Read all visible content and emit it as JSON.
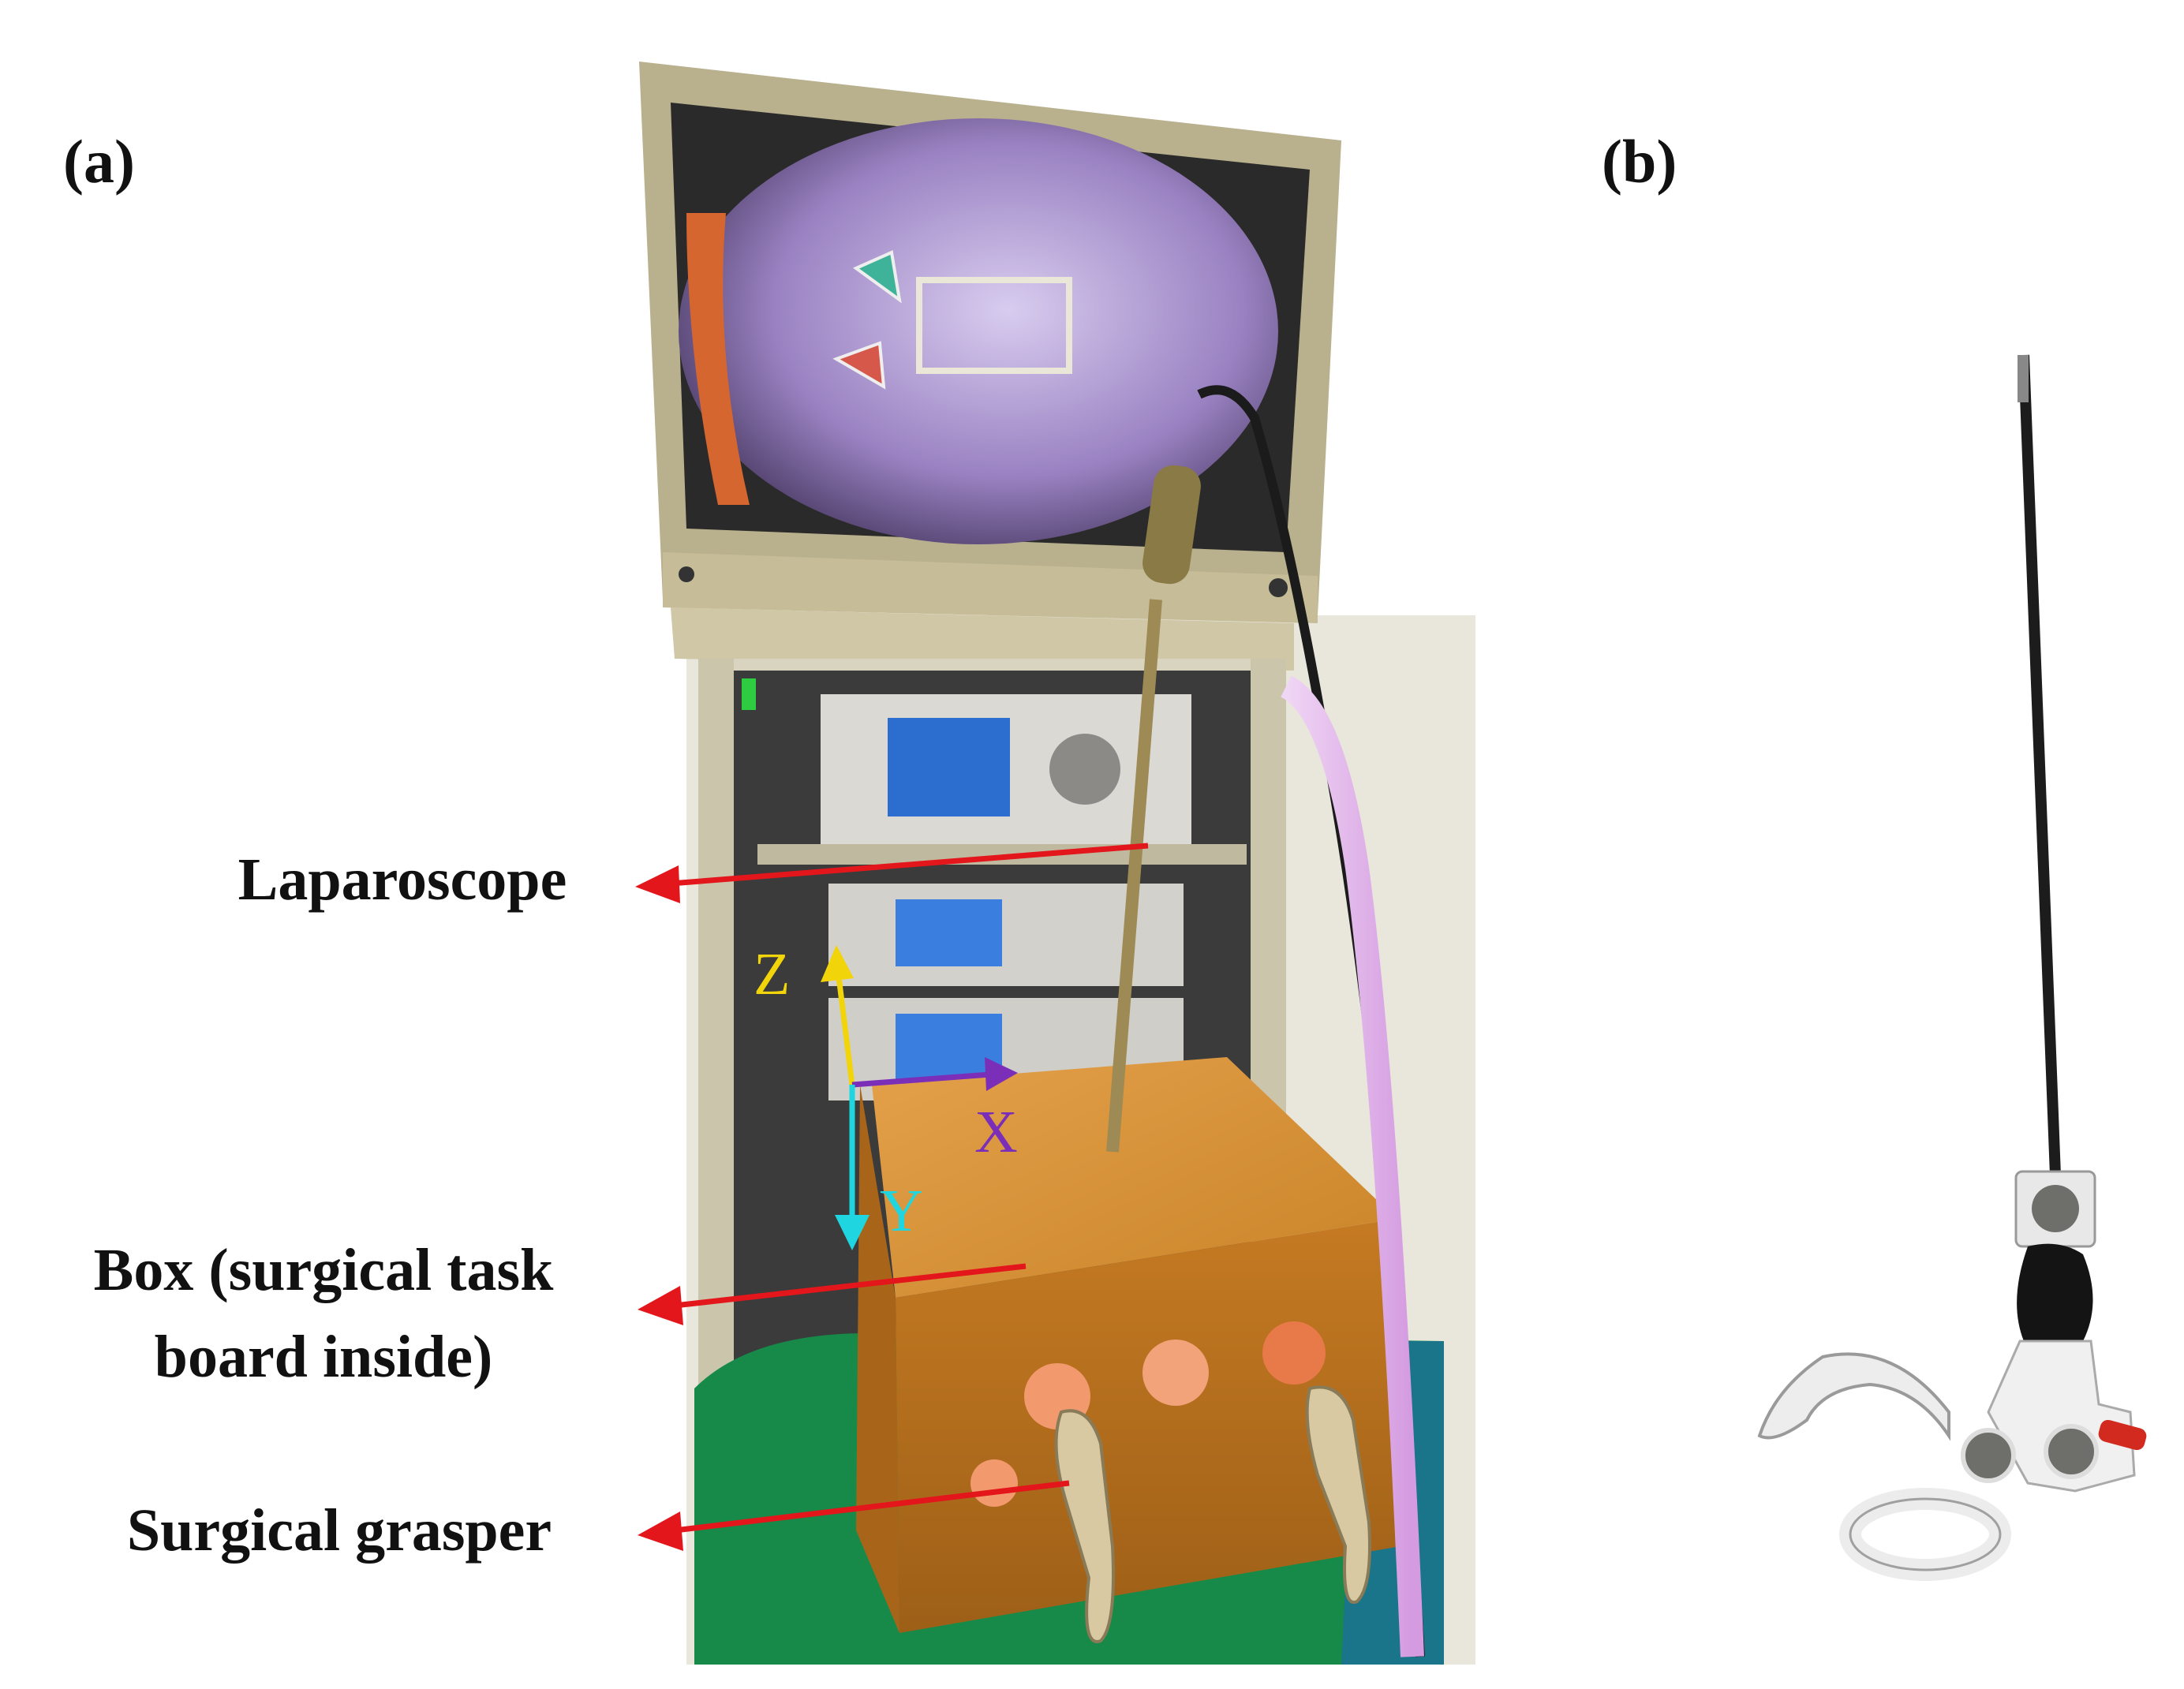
{
  "panels": {
    "a": "(a)",
    "b": "(b)"
  },
  "callouts": {
    "laparoscope": "Laparoscope",
    "box_line1": "Box (surgical task",
    "box_line2": "board inside)",
    "grasper": "Surgical grasper"
  },
  "axes": {
    "z": {
      "label": "Z",
      "color": "#f2d40a"
    },
    "x": {
      "label": "X",
      "color": "#7b2fb8"
    },
    "y": {
      "label": "Y",
      "color": "#1fd6e0"
    }
  },
  "colors": {
    "arrow": "#e3161b",
    "box": "#d08a2c",
    "cloth": "#178a4a",
    "monitor_screen": "#a58bc9"
  }
}
